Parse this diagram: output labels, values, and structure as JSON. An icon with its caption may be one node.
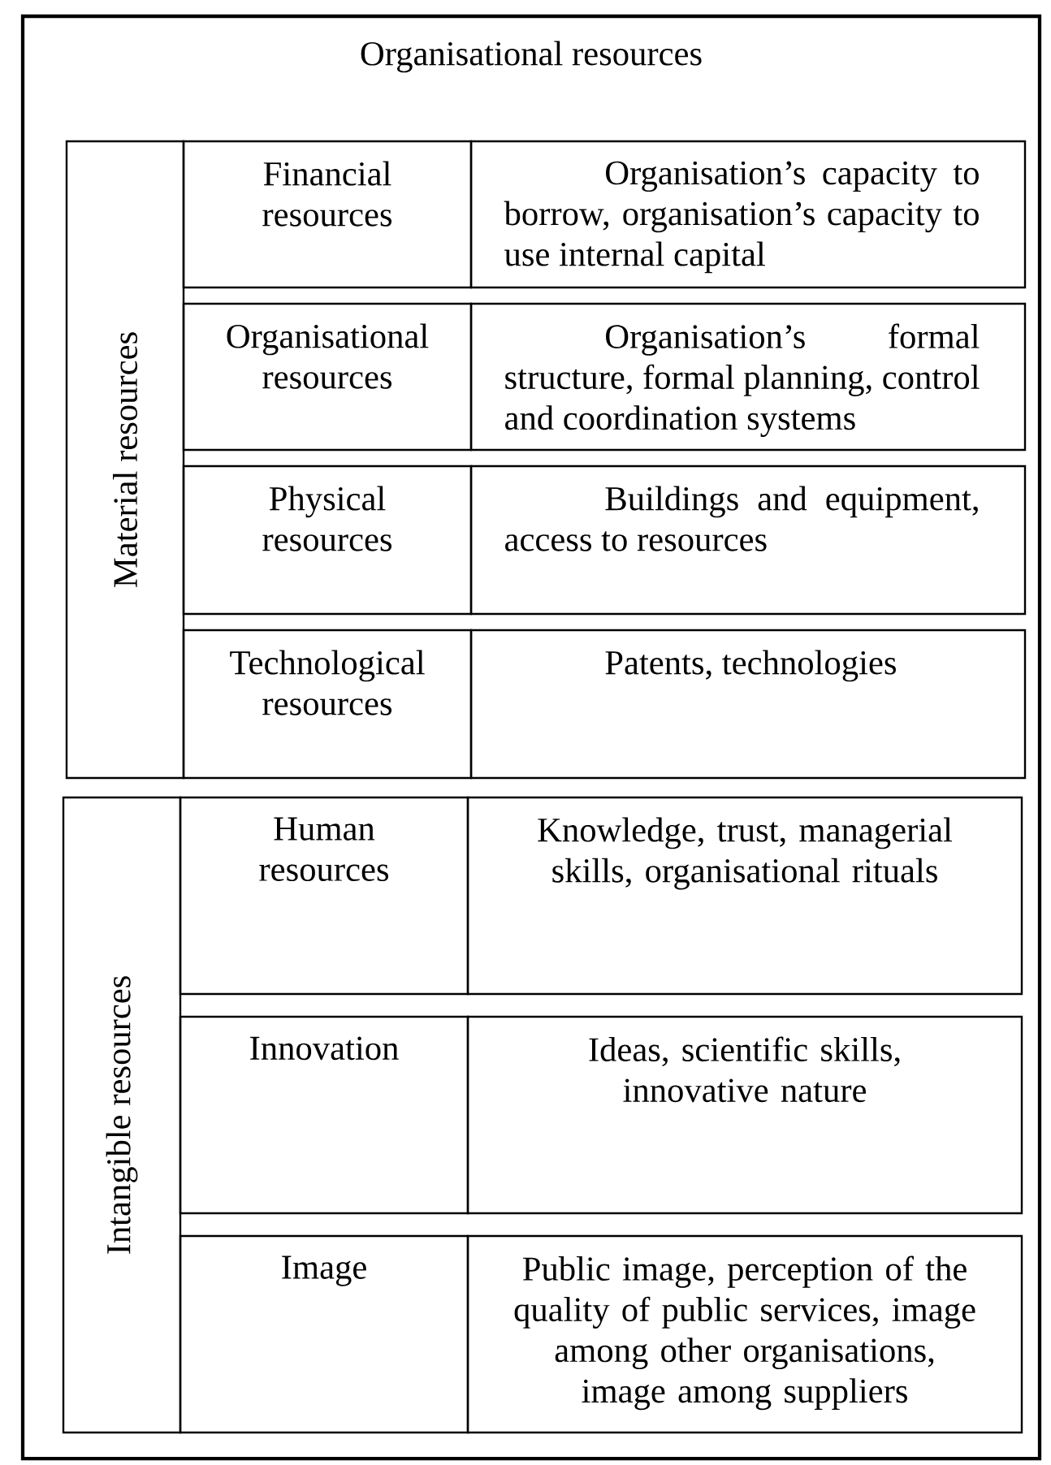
{
  "diagram": {
    "nodes": [
      {
        "text": [
          "Organisational resources"
        ]
      },
      {
        "text": [
          "Material resources"
        ],
        "in": 0
      },
      {
        "text": [
          "Financial resources"
        ],
        "in": 0
      },
      {
        "text": [
          "Organisation’s capacity to borrow, organisation’s capacity to use internal capital"
        ],
        "in": 0
      },
      {
        "text": [
          "Organisational resources"
        ],
        "in": 0
      },
      {
        "text": [
          "Organisation’s formal structure, formal planning, control and coordination systems"
        ],
        "in": 0
      },
      {
        "text": [
          "Physical resources"
        ],
        "in": 0
      },
      {
        "text": [
          "Buildings and equipment, access to resources"
        ],
        "in": 0
      },
      {
        "text": [
          "Technological resources"
        ],
        "in": 0
      },
      {
        "text": [
          "Patents, technologies"
        ],
        "in": 0
      },
      {
        "text": [
          "Intangible resources"
        ],
        "in": 0
      },
      {
        "text": [
          "Human resources"
        ],
        "in": 0
      },
      {
        "text": [
          "Knowledge, trust, managerial skills, organisational rituals"
        ],
        "in": 0
      },
      {
        "text": [
          "Innovation"
        ],
        "in": 0
      },
      {
        "text": [
          "Ideas, scientific skills, innovative nature"
        ],
        "in": 0
      },
      {
        "text": [
          "Image"
        ],
        "in": 0
      },
      {
        "text": [
          "Public image, perception of the quality of public services, image among other organisations, image among suppliers"
        ],
        "in": 0
      }
    ]
  }
}
